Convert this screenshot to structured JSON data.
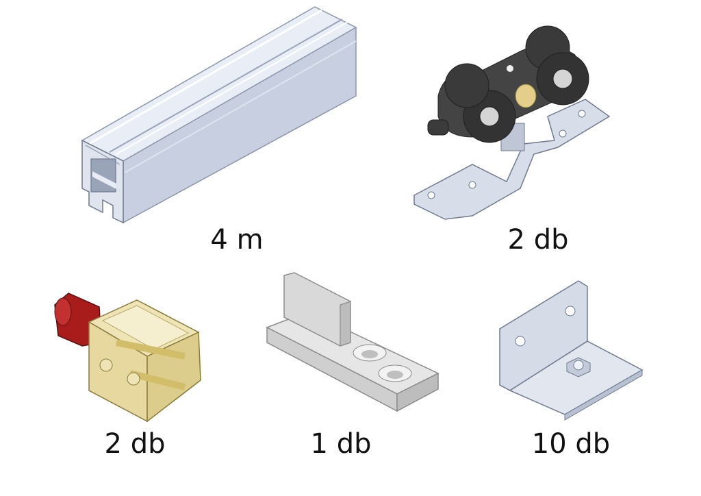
{
  "items": [
    {
      "name": "aluminium-rail",
      "quantity": "4 m"
    },
    {
      "name": "roller-carriage",
      "quantity": "2 db"
    },
    {
      "name": "end-stop",
      "quantity": "2 db"
    },
    {
      "name": "floor-guide",
      "quantity": "1 db"
    },
    {
      "name": "wall-bracket",
      "quantity": "10 db"
    }
  ],
  "colors": {
    "aluminium": "#c9d1e3",
    "dark_plastic": "#3b3b3b",
    "brass": "#e9dca2",
    "red_rubber": "#a81c1c",
    "zinc": "#d5dce8",
    "grey_plastic": "#d9d9d9"
  }
}
